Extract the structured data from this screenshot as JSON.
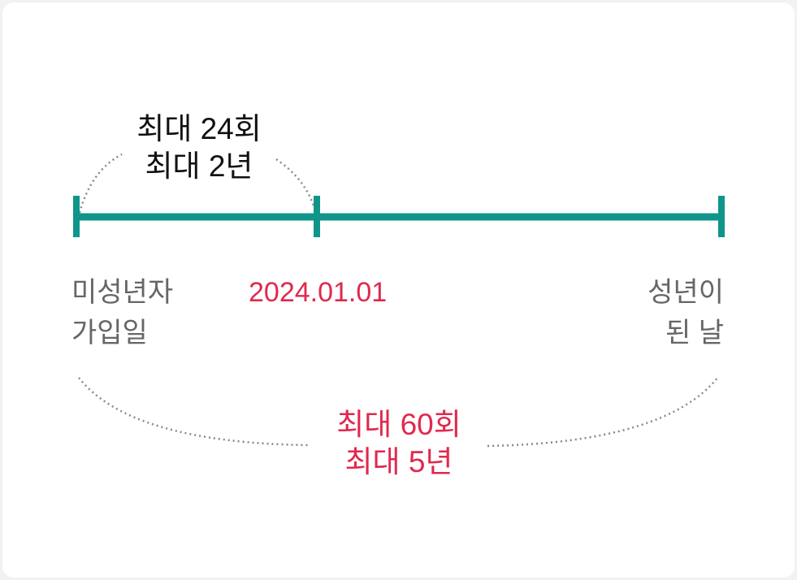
{
  "colors": {
    "timeline": "#0f958a",
    "highlight": "#e0294e",
    "muted_text": "#666666",
    "dark_text": "#111111",
    "dotted_arc": "#888888"
  },
  "top_span": {
    "line1": "최대 24회",
    "line2": "최대 2년"
  },
  "points": {
    "start": {
      "line1": "미성년자",
      "line2": "가입일"
    },
    "middle": {
      "date": "2024.01.01"
    },
    "end": {
      "line1": "성년이",
      "line2": "된 날"
    }
  },
  "bottom_span": {
    "line1": "최대 60회",
    "line2": "최대 5년"
  }
}
